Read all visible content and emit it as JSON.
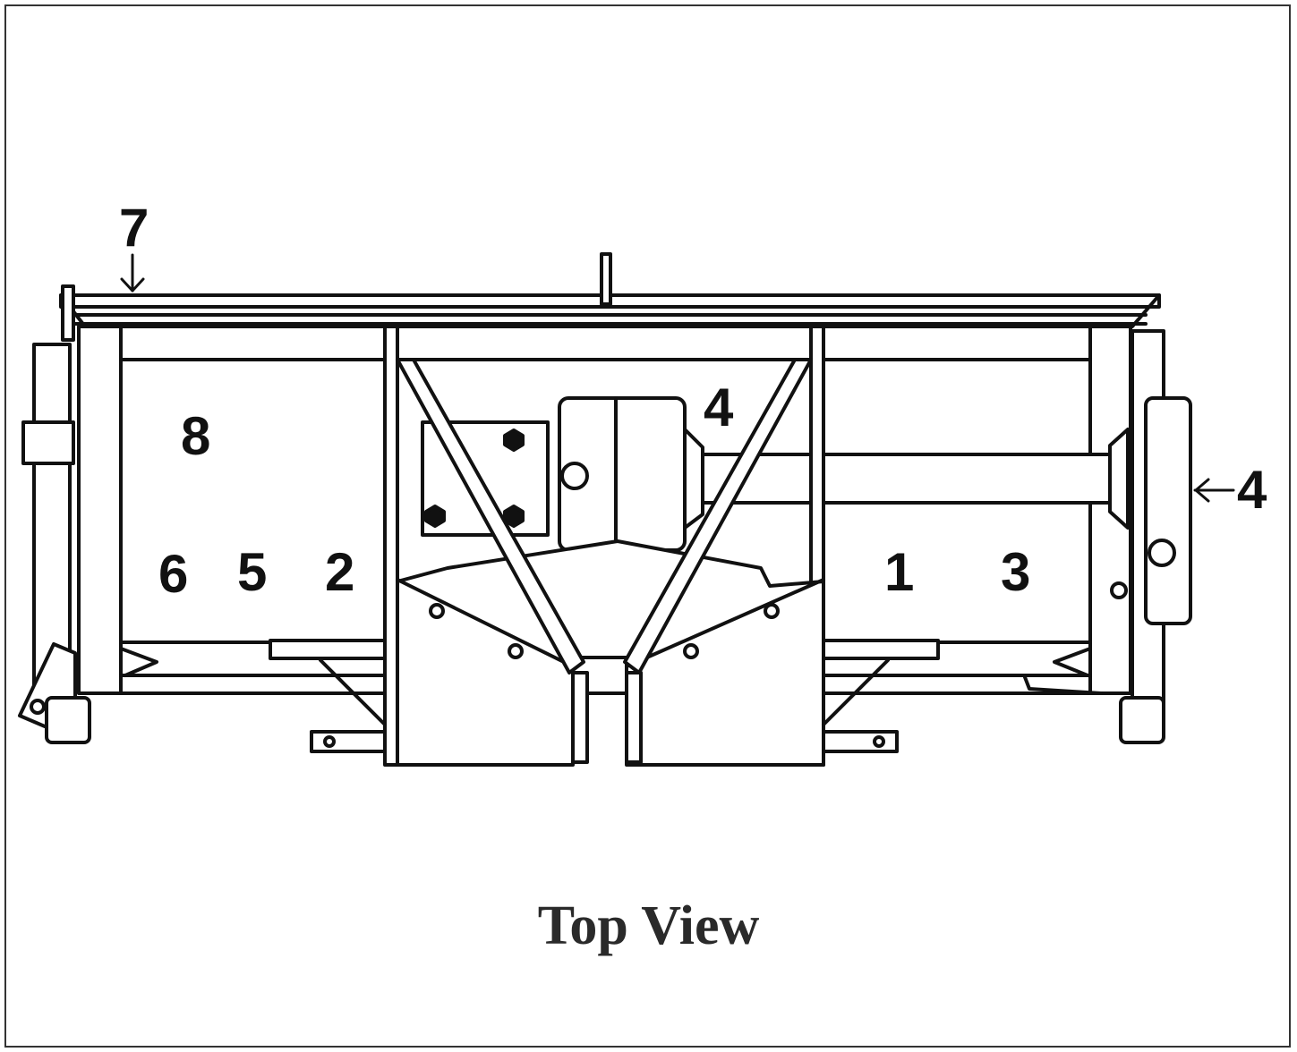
{
  "caption": "Top View",
  "callouts": {
    "c1": "1",
    "c2": "2",
    "c3": "3",
    "c4_top": "4",
    "c4_side": "4",
    "c5": "5",
    "c6": "6",
    "c7": "7",
    "c8": "8"
  },
  "colors": {
    "line": "#111111",
    "border": "#333333",
    "background": "#ffffff"
  }
}
